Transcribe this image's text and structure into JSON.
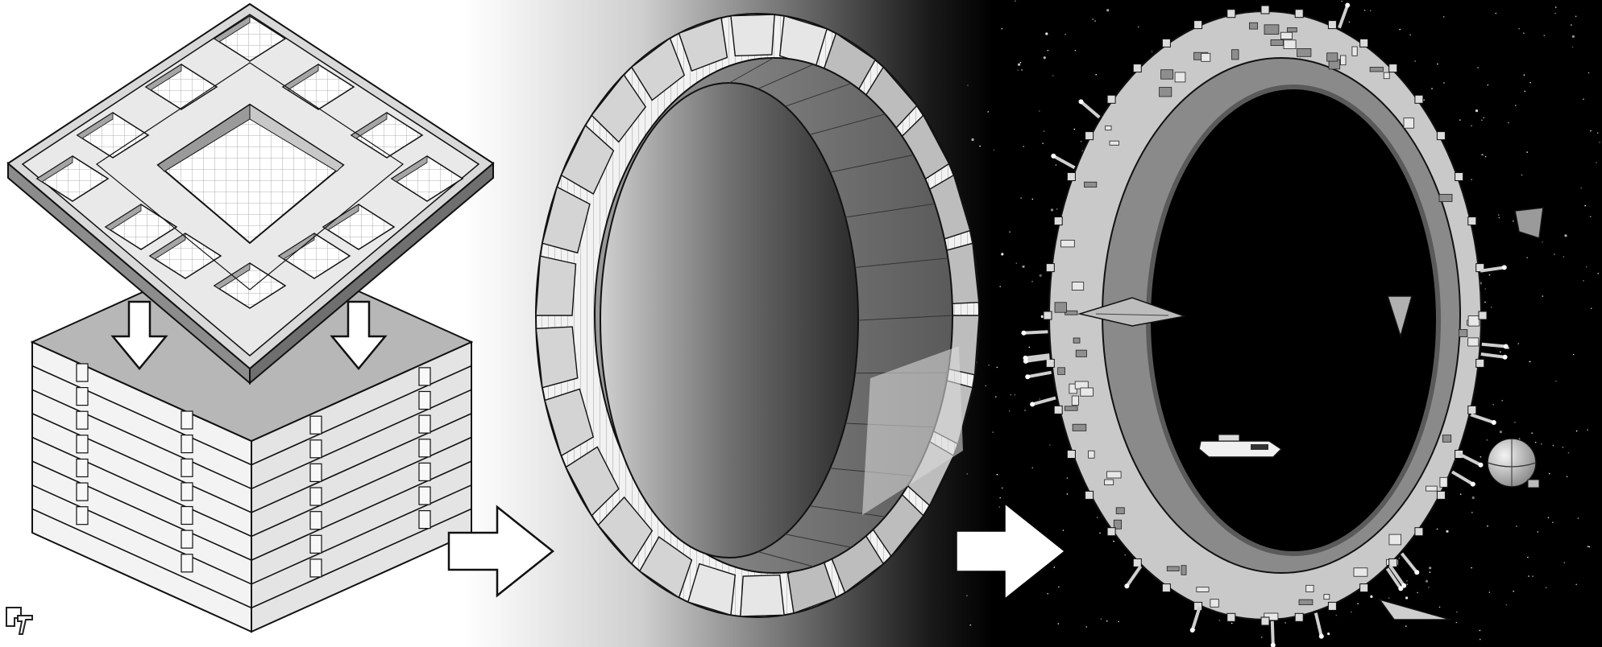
{
  "figure": {
    "stages": [
      {
        "id": "floor-module",
        "icon": "building-floor-plan-icon"
      },
      {
        "id": "ring-frame",
        "icon": "ring-wireframe-icon"
      },
      {
        "id": "space-station",
        "icon": "space-station-icon"
      }
    ],
    "arrows": [
      {
        "id": "arrow-down-left",
        "direction": "down"
      },
      {
        "id": "arrow-down-right",
        "direction": "down"
      },
      {
        "id": "arrow-right-1",
        "direction": "right"
      },
      {
        "id": "arrow-right-2",
        "direction": "right"
      }
    ],
    "colors": {
      "outline": "#111111",
      "light_face": "#e6e6e6",
      "mid_face": "#b4b4b4",
      "dark_face": "#7a7a7a",
      "sky": "#000000",
      "star": "#ffffff"
    }
  }
}
